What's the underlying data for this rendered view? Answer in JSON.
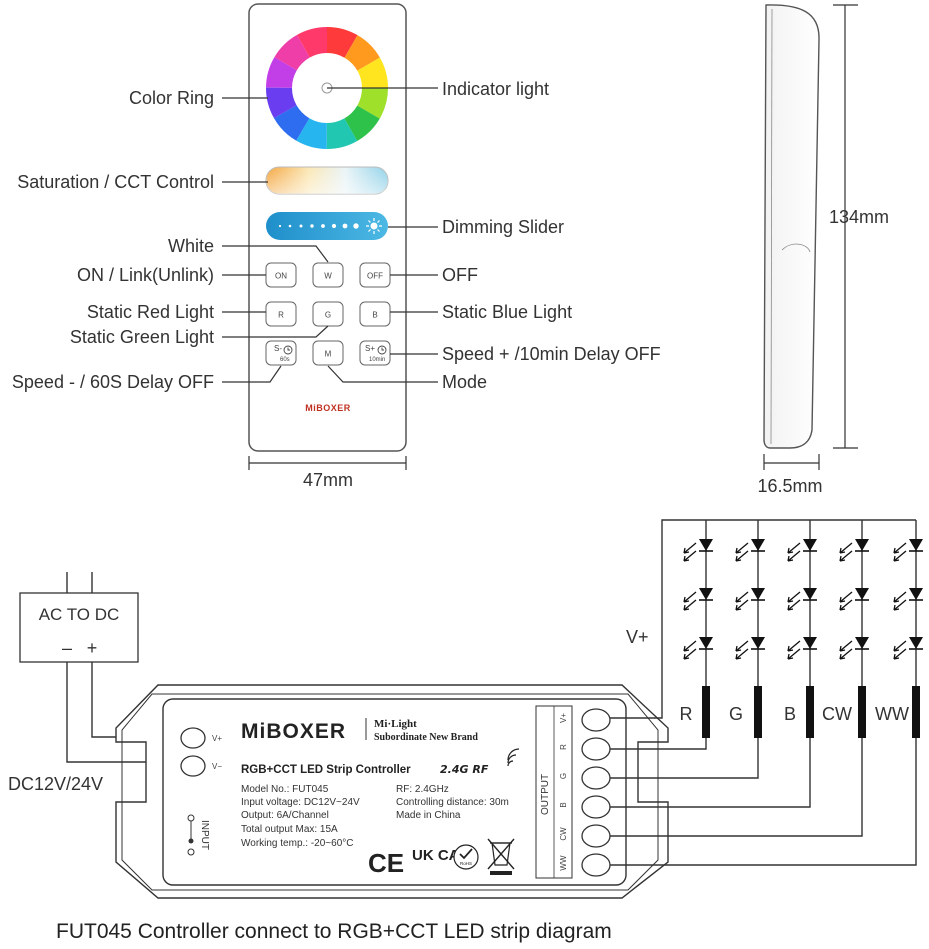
{
  "remote": {
    "labels_left": {
      "color_ring": "Color Ring",
      "saturation": "Saturation / CCT Control",
      "white": "White",
      "on_link": "ON / Link(Unlink)",
      "static_red": "Static Red Light",
      "static_green": "Static Green Light",
      "speed_minus": "Speed - / 60S Delay OFF"
    },
    "labels_right": {
      "indicator": "Indicator light",
      "dimming": "Dimming Slider",
      "off": "OFF",
      "static_blue": "Static Blue Light",
      "speed_plus": "Speed + /10min Delay OFF",
      "mode": "Mode"
    },
    "buttons": {
      "on": "ON",
      "w": "W",
      "off": "OFF",
      "r": "R",
      "g": "G",
      "b": "B",
      "m": "M",
      "s_minus": "S-",
      "s_minus_sub": "60s",
      "s_plus": "S+",
      "s_plus_sub": "10min"
    },
    "brand": "MiBOXER",
    "width_dim": "47mm",
    "height_dim": "134mm",
    "depth_dim": "16.5mm"
  },
  "wiring": {
    "psu_label": "AC TO DC",
    "psu_minus": "–",
    "psu_plus": "+",
    "voltage": "DC12V/24V",
    "vplus": "V+",
    "channels": [
      "R",
      "G",
      "B",
      "CW",
      "WW"
    ]
  },
  "controller": {
    "brand": "MiBOXER",
    "sub_brand": "Mi·Light",
    "sub_brand_tag": "Subordinate New Brand",
    "title": "RGB+CCT LED Strip Controller",
    "rf_badge": "2.4G RF",
    "specs_left": [
      "Model No.: FUT045",
      "Input voltage: DC12V~24V",
      "Output: 6A/Channel",
      "Total output Max: 15A",
      "Working temp.: -20~60°C"
    ],
    "specs_right": [
      "RF: 2.4GHz",
      "Controlling distance: 30m",
      "Made in China"
    ],
    "input_label": "INPUT",
    "vplus_term": "V+",
    "vminus_term": "V−",
    "output_label": "OUTPUT",
    "output_terms": [
      "V+",
      "R",
      "G",
      "B",
      "CW",
      "WW"
    ],
    "cert_ce": "CE",
    "cert_ukca": "UK CA",
    "cert_rohs": "RoHS"
  },
  "caption": "FUT045   Controller connect to RGB+CCT LED strip diagram"
}
